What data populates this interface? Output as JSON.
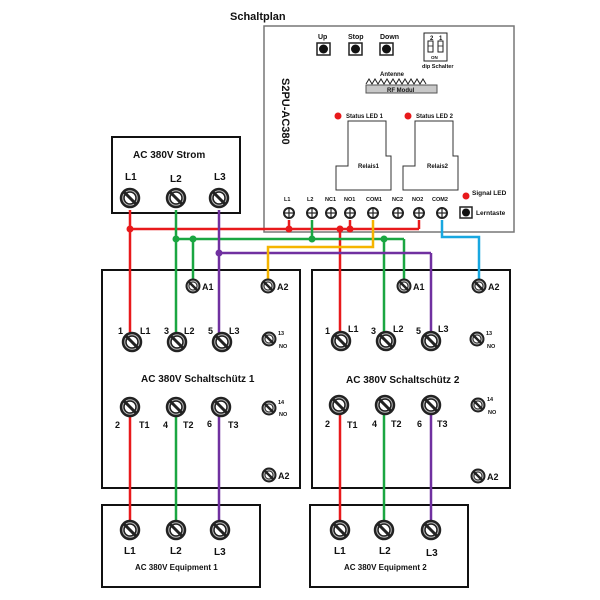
{
  "title": "Schaltplan",
  "controller": {
    "model": "S2PU-AC380",
    "buttons": [
      "Up",
      "Stop",
      "Down"
    ],
    "dip_switch": {
      "numbers": [
        "2",
        "1"
      ],
      "on_label": "ON",
      "label": "dip Schalter"
    },
    "antenna_label": "Antenne",
    "rf_module_label": "RF Modul",
    "status_led_1": "Status LED 1",
    "status_led_2": "Status LED 2",
    "relay_1": "Relais1",
    "relay_2": "Relais2",
    "signal_led": "Signal LED",
    "learn_button": "Lerntaste",
    "terminals": [
      "L1",
      "L2",
      "NC1",
      "NO1",
      "COM1",
      "NC2",
      "NO2",
      "COM2"
    ]
  },
  "power_supply": {
    "label": "AC 380V Strom",
    "terminals": [
      "L1",
      "L2",
      "L3"
    ]
  },
  "contactors": [
    {
      "label": "AC 380V Schaltschütz 1",
      "coil_a1": "A1",
      "coil_a2": "A2",
      "coil_a2_bottom": "A2",
      "inputs": [
        {
          "num": "1",
          "name": "L1"
        },
        {
          "num": "3",
          "name": "L2"
        },
        {
          "num": "5",
          "name": "L3"
        }
      ],
      "outputs": [
        {
          "num": "2",
          "name": "T1"
        },
        {
          "num": "4",
          "name": "T2"
        },
        {
          "num": "6",
          "name": "T3"
        }
      ],
      "aux_13": {
        "num": "13",
        "name": "NO"
      },
      "aux_14": {
        "num": "14",
        "name": "NO"
      }
    },
    {
      "label": "AC 380V Schaltschütz 2",
      "coil_a1": "A1",
      "coil_a2": "A2",
      "coil_a2_bottom": "A2",
      "inputs": [
        {
          "num": "1",
          "name": "L1"
        },
        {
          "num": "3",
          "name": "L2"
        },
        {
          "num": "5",
          "name": "L3"
        }
      ],
      "outputs": [
        {
          "num": "2",
          "name": "T1"
        },
        {
          "num": "4",
          "name": "T2"
        },
        {
          "num": "6",
          "name": "T3"
        }
      ],
      "aux_13": {
        "num": "13",
        "name": "NO"
      },
      "aux_14": {
        "num": "14",
        "name": "NO"
      }
    }
  ],
  "equipment": [
    {
      "label": "AC 380V Equipment 1",
      "terminals": [
        "L1",
        "L2",
        "L3"
      ]
    },
    {
      "label": "AC 380V Equipment 2",
      "terminals": [
        "L1",
        "L2",
        "L3"
      ]
    }
  ],
  "wire_colors": {
    "L1": "#e8191b",
    "L2": "#1aa641",
    "L3": "#7030a0",
    "COM1": "#f5b400",
    "COM2": "#18a7e0"
  }
}
